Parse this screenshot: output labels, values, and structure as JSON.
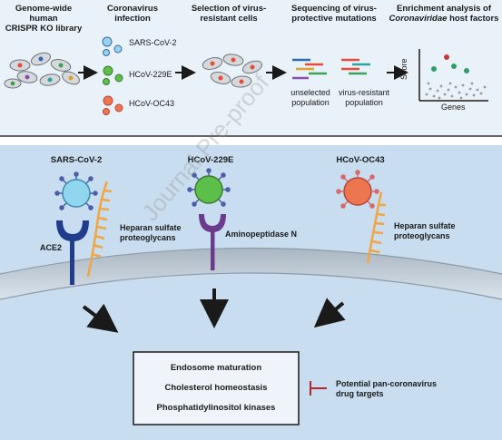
{
  "top": {
    "headers": [
      {
        "line1": "Genome-wide human",
        "line2": "CRISPR KO library"
      },
      {
        "line1": "Coronavirus",
        "line2": "infection"
      },
      {
        "line1": "Selection of virus-",
        "line2": "resistant cells"
      },
      {
        "line1": "Sequencing of virus-",
        "line2": "protective mutations"
      },
      {
        "line1": "Enrichment analysis of",
        "line2_italic": "Coronaviridae",
        "line2_rest": " host factors"
      }
    ],
    "viruses": [
      "SARS-CoV-2",
      "HCoV-229E",
      "HCoV-OC43"
    ],
    "populations": [
      {
        "line1": "unselected",
        "line2": "population"
      },
      {
        "line1": "virus-resistant",
        "line2": "population"
      }
    ],
    "plot": {
      "y_label": "Score",
      "x_label": "Genes"
    }
  },
  "bottom": {
    "viruses": [
      "SARS-CoV-2",
      "HCoV-229E",
      "HCoV-OC43"
    ],
    "receptors": {
      "ace2": "ACE2",
      "heparan1": {
        "line1": "Heparan sulfate",
        "line2": "proteoglycans"
      },
      "apn": "Aminopeptidase N",
      "heparan2": {
        "line1": "Heparan sulfate",
        "line2": "proteoglycans"
      }
    },
    "box": [
      "Endosome maturation",
      "Cholesterol homeostasis",
      "Phosphatidylinositol kinases"
    ],
    "target": {
      "line1": "Potential pan-coronavirus",
      "line2": "drug targets"
    }
  },
  "watermark": "Journal Pre-proof",
  "colors": {
    "top_bg": "#e9f2f9",
    "bottom_bg": "#c8ddef",
    "sars": "#8fd6ee",
    "e229": "#5cbf4a",
    "oc43": "#ec7650",
    "spike": "#4a5fa8",
    "ace2": "#1f3d8c",
    "apn": "#6b3a8c",
    "heparan": "#f2a541",
    "target": "#b3262b"
  }
}
